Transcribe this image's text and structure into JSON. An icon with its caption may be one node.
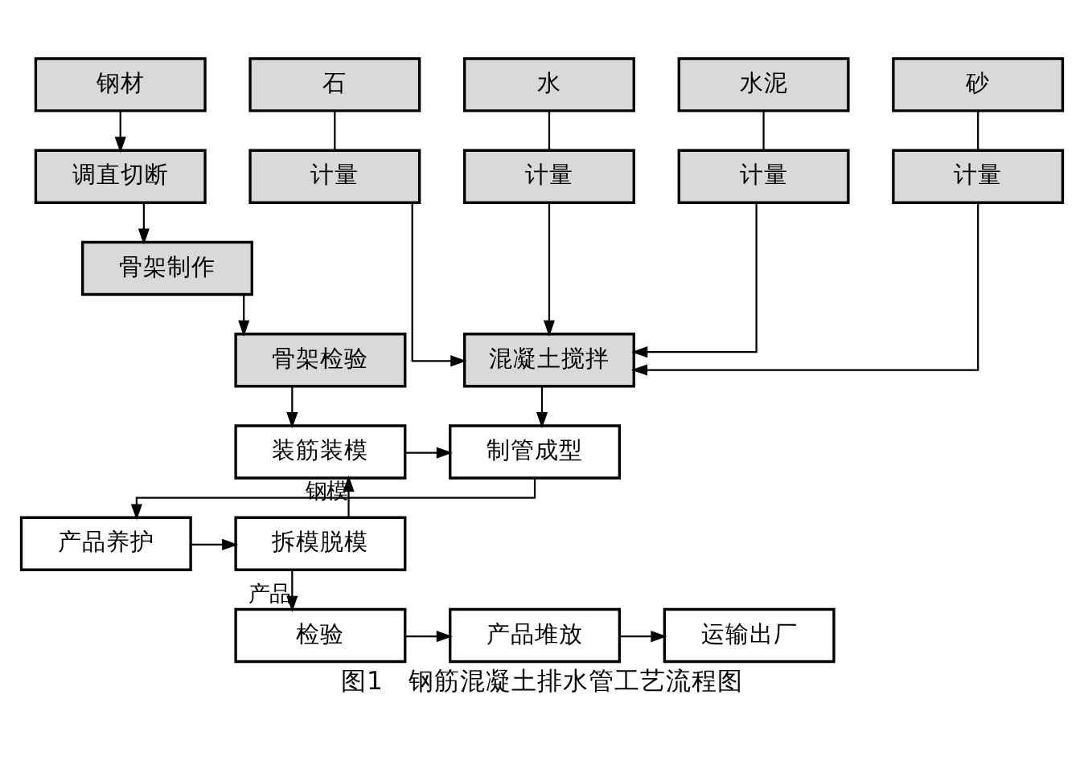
{
  "diagram": {
    "caption": "图1　钢筋混凝土排水管工艺流程图",
    "nodes": [
      {
        "text": [
          "水"
        ]
      },
      {
        "text": [
          "水泥"
        ]
      },
      {
        "text": [
          "砂"
        ]
      },
      {
        "text": [
          "石"
        ]
      },
      {
        "text": [
          "计量"
        ]
      },
      {
        "text": [
          "计量"
        ]
      },
      {
        "text": [
          "计量"
        ]
      },
      {
        "text": [
          "计量"
        ]
      },
      {
        "text": [
          "钢材"
        ]
      },
      {
        "text": [
          "调直切断"
        ]
      },
      {
        "text": [
          "骨架制作"
        ]
      },
      {
        "text": [
          "骨架检验"
        ]
      },
      {
        "text": [
          "混凝土搅拌"
        ]
      },
      {
        "text": [
          "制管成型"
        ]
      },
      {
        "text": [
          "装筋装模"
        ]
      },
      {
        "text": [
          "产品养护"
        ]
      },
      {
        "text": [
          "拆模脱模"
        ]
      },
      {
        "text": [
          "检验"
        ]
      },
      {
        "text": [
          "运输出厂"
        ]
      },
      {
        "text": [
          "产品堆放"
        ]
      }
    ],
    "edges": [
      {
        "from": 0,
        "to": 4,
        "arrow": "none"
      },
      {
        "from": 1,
        "to": 5,
        "arrow": "none"
      },
      {
        "from": 2,
        "to": 6,
        "arrow": "none"
      },
      {
        "from": 3,
        "to": 7,
        "arrow": "none"
      },
      {
        "from": 4,
        "to": 12,
        "arrow": "to"
      },
      {
        "from": 5,
        "to": 12,
        "arrow": "to"
      },
      {
        "from": 6,
        "to": 12,
        "arrow": "to"
      },
      {
        "from": 7,
        "to": 12,
        "arrow": "to"
      },
      {
        "from": 8,
        "to": 9,
        "arrow": "to"
      },
      {
        "from": 9,
        "to": 10,
        "arrow": "to"
      },
      {
        "from": 10,
        "to": 11,
        "arrow": "to"
      },
      {
        "from": 11,
        "to": 14,
        "arrow": "to"
      },
      {
        "from": 12,
        "to": 13,
        "arrow": "to"
      },
      {
        "from": 14,
        "to": 13,
        "arrow": "to"
      },
      {
        "from": 13,
        "to": 15,
        "arrow": "to"
      },
      {
        "from": 15,
        "to": 16,
        "arrow": "to"
      },
      {
        "from": 16,
        "to": 14,
        "arrow": "to",
        "label": "钢模"
      },
      {
        "from": 16,
        "to": 17,
        "arrow": "to",
        "label": "产品"
      },
      {
        "from": 17,
        "to": 19,
        "arrow": "to"
      },
      {
        "from": 19,
        "to": 18,
        "arrow": "to"
      }
    ]
  }
}
